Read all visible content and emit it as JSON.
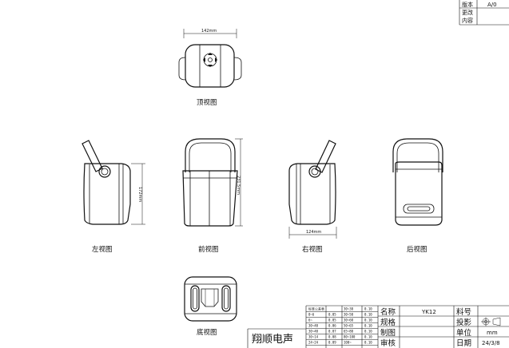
{
  "revision_block": {
    "version_label": "版本",
    "version_value": "A/0",
    "change_label": "更改",
    "content_label": "内容"
  },
  "views": {
    "top": "顶视图",
    "left": "左视图",
    "front": "前视图",
    "right": "右视图",
    "back": "后视图",
    "bottom": "底视图"
  },
  "dimensions": {
    "top_width": "142mm",
    "left_height": "172mm",
    "front_height": "231.5mm",
    "right_depth": "124mm"
  },
  "tolerance_table": {
    "header": "标准公差表",
    "rows": [
      [
        "0~6",
        "0.05",
        "30~50",
        "0.10"
      ],
      [
        "6~",
        "0.05",
        "30~60",
        "0.10"
      ],
      [
        "30~40",
        "0.06",
        "50~65",
        "0.10"
      ],
      [
        "30~40",
        "0.07",
        "65~80",
        "0.10"
      ],
      [
        "30~14",
        "0.08",
        "80~100",
        "0.10"
      ],
      [
        "24~24",
        "0.09",
        "100~",
        "0.10"
      ]
    ]
  },
  "title_block": {
    "company": "翔顺电声",
    "name_label": "名称",
    "name_value": "YK12",
    "spec_label": "规格",
    "draw_label": "制图",
    "review_label": "审核",
    "part_label": "料号",
    "projection_label": "投影",
    "unit_label": "单位",
    "unit_value": "mm",
    "date_label": "日期",
    "date_value": "24/3/8"
  },
  "icons": [
    "projection-symbol-icon",
    "playback-control-icon"
  ]
}
